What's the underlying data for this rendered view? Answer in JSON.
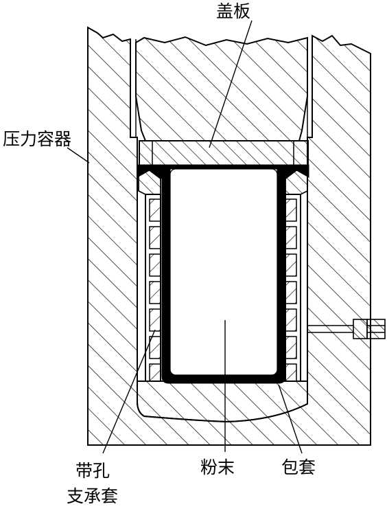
{
  "labels": {
    "cover_plate": "盖板",
    "pressure_vessel": "压力容器",
    "perforated_support_sleeve_line1": "带孔",
    "perforated_support_sleeve_line2": "支承套",
    "powder": "粉末",
    "capsule": "包套"
  },
  "colors": {
    "line": "#000000",
    "background": "#ffffff",
    "capsule_fill": "#000000"
  }
}
